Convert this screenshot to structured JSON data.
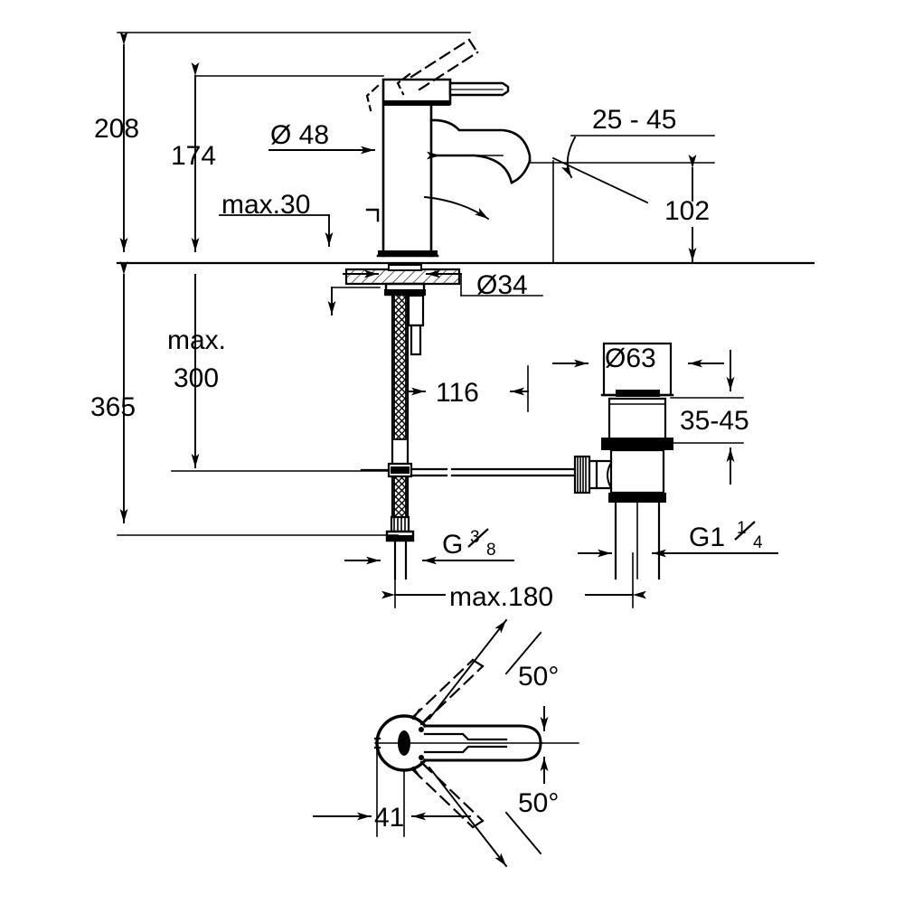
{
  "drawing": {
    "title": "Single-lever basin mixer technical dimension drawing",
    "background_color": "#ffffff",
    "line_color": "#000000",
    "units": "mm"
  },
  "dimensions": {
    "height_total_spout": "208",
    "height_body": "174",
    "max_deck_thickness": "max.30",
    "body_diameter": "Ø 48",
    "aerator_range": "25 - 45",
    "spout_height": "102",
    "mounting_hole_diameter": "Ø34",
    "overall_height": "365",
    "max_hose_length_label_1": "max.",
    "max_hose_length_label_2": "300",
    "spout_projection": "116",
    "drain_flange_diameter": "Ø63",
    "drain_basin_thickness": "35-45",
    "supply_thread": {
      "letter": "G",
      "numerator": "3",
      "denominator": "8"
    },
    "waste_thread": {
      "letter": "G1",
      "numerator": "1",
      "denominator": "4"
    },
    "max_rod_length": "max.180",
    "lever_swivel_upper": "50°",
    "lever_swivel_lower": "50°",
    "lever_offset": "41"
  }
}
